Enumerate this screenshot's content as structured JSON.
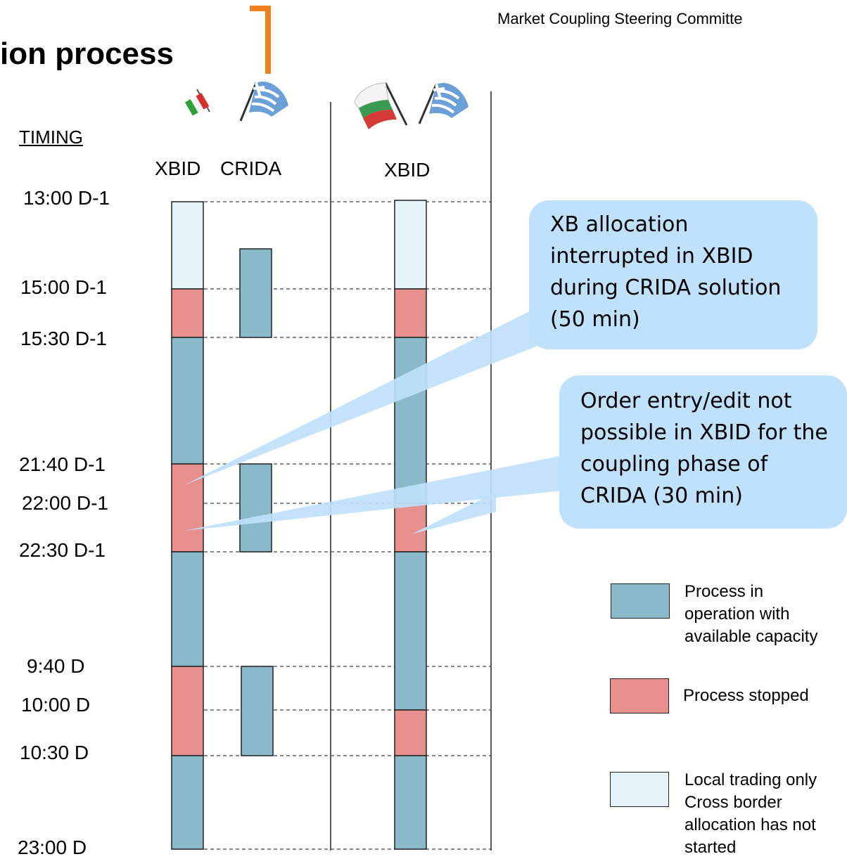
{
  "header": {
    "committee": "Market Coupling Steering Committe",
    "title": "ion process"
  },
  "timing_label": "TIMING",
  "columns": {
    "it_xbid": "XBID",
    "gr_crida": "CRIDA",
    "bg_xbid": "XBID"
  },
  "time_labels": [
    "13:00 D-1",
    "15:00 D-1",
    "15:30 D-1",
    "21:40 D-1",
    "22:00 D-1",
    "22:30 D-1",
    "9:40 D",
    "10:00 D",
    "10:30 D",
    "23:00 D"
  ],
  "callouts": {
    "xb_allocation": [
      "XB allocation",
      "interrupted in XBID",
      "during CRIDA solution",
      "(50 min)"
    ],
    "order_entry": [
      "Order entry/edit not",
      "possible in XBID for the",
      "coupling phase of",
      "CRIDA (30 min)"
    ]
  },
  "legend": {
    "operation": "Process in operation with available capacity",
    "stopped": "Process stopped",
    "local": "Local trading only Cross border allocation has not started"
  },
  "colors": {
    "operation": "#8ab9c9",
    "stopped": "#e8908d",
    "local": "#e3f3f8",
    "callout": "#bfe1fb",
    "accent": "#f07f1f"
  },
  "icons": {
    "italy": "italy-flag-icon",
    "greece": "greece-flag-icon",
    "bulgaria": "bulgaria-flag-icon"
  }
}
